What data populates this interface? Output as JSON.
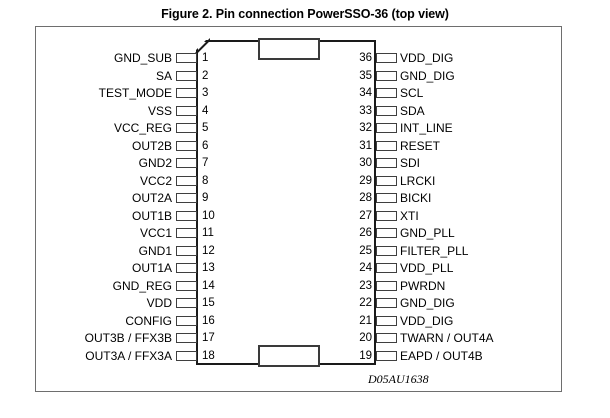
{
  "figure": {
    "title": "Figure 2. Pin connection PowerSSO-36 (top view)",
    "drawing_code": "D05AU1638",
    "package": "PowerSSO-36",
    "view": "top view"
  },
  "colors": {
    "frame_border": "#6e6e6e",
    "body_outline": "#1a1a1a",
    "pad_outline": "#3f3f3f",
    "text": "#000000",
    "background": "#ffffff"
  },
  "pins": {
    "left": [
      {
        "number": "1",
        "label": "GND_SUB"
      },
      {
        "number": "2",
        "label": "SA"
      },
      {
        "number": "3",
        "label": "TEST_MODE"
      },
      {
        "number": "4",
        "label": "VSS"
      },
      {
        "number": "5",
        "label": "VCC_REG"
      },
      {
        "number": "6",
        "label": "OUT2B"
      },
      {
        "number": "7",
        "label": "GND2"
      },
      {
        "number": "8",
        "label": "VCC2"
      },
      {
        "number": "9",
        "label": "OUT2A"
      },
      {
        "number": "10",
        "label": "OUT1B"
      },
      {
        "number": "11",
        "label": "VCC1"
      },
      {
        "number": "12",
        "label": "GND1"
      },
      {
        "number": "13",
        "label": "OUT1A"
      },
      {
        "number": "14",
        "label": "GND_REG"
      },
      {
        "number": "15",
        "label": "VDD"
      },
      {
        "number": "16",
        "label": "CONFIG"
      },
      {
        "number": "17",
        "label": "OUT3B / FFX3B"
      },
      {
        "number": "18",
        "label": "OUT3A / FFX3A"
      }
    ],
    "right": [
      {
        "number": "36",
        "label": "VDD_DIG"
      },
      {
        "number": "35",
        "label": "GND_DIG"
      },
      {
        "number": "34",
        "label": "SCL"
      },
      {
        "number": "33",
        "label": "SDA"
      },
      {
        "number": "32",
        "label": "INT_LINE"
      },
      {
        "number": "31",
        "label": "RESET"
      },
      {
        "number": "30",
        "label": "SDI"
      },
      {
        "number": "29",
        "label": "LRCKI"
      },
      {
        "number": "28",
        "label": "BICKI"
      },
      {
        "number": "27",
        "label": "XTI"
      },
      {
        "number": "26",
        "label": "GND_PLL"
      },
      {
        "number": "25",
        "label": "FILTER_PLL"
      },
      {
        "number": "24",
        "label": "VDD_PLL"
      },
      {
        "number": "23",
        "label": "PWRDN"
      },
      {
        "number": "22",
        "label": "GND_DIG"
      },
      {
        "number": "21",
        "label": "VDD_DIG"
      },
      {
        "number": "20",
        "label": "TWARN / OUT4A"
      },
      {
        "number": "19",
        "label": "EAPD / OUT4B"
      }
    ]
  }
}
